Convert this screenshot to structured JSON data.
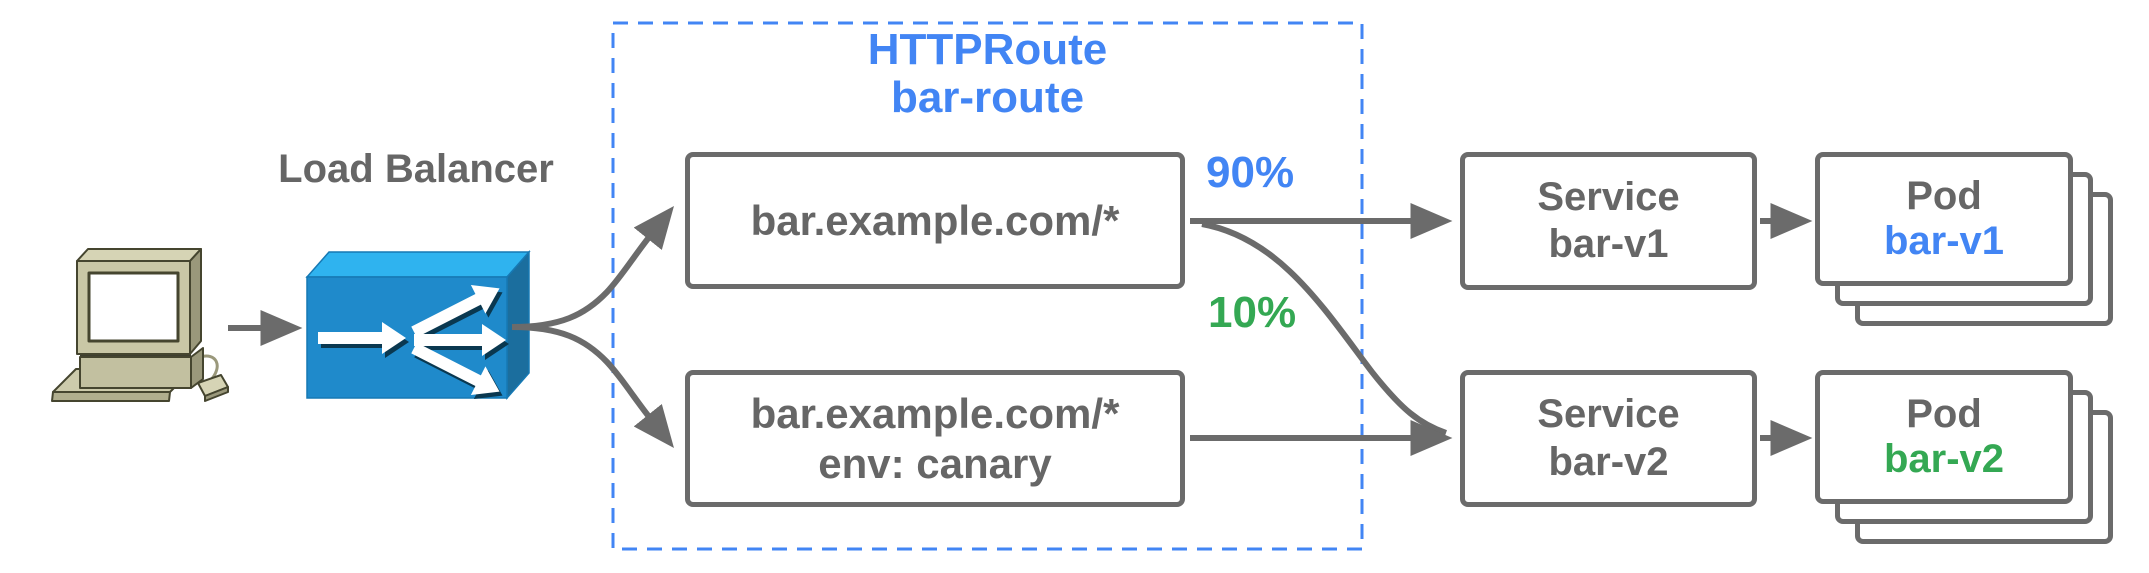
{
  "diagram": {
    "client": {
      "icon": "desktop-computer-icon"
    },
    "load_balancer": {
      "label": "Load Balancer",
      "icon": "load-balancer-3d-arrows-icon"
    },
    "httproute": {
      "kind": "HTTPRoute",
      "name": "bar-route"
    },
    "rules": [
      {
        "host": "bar.example.com/*"
      },
      {
        "host": "bar.example.com/*",
        "header": "env: canary"
      }
    ],
    "weights": [
      {
        "value": "90%",
        "color": "#4285F4"
      },
      {
        "value": "10%",
        "color": "#34A853"
      }
    ],
    "services": [
      {
        "kind": "Service",
        "name": "bar-v1",
        "name_color": "#4285F4"
      },
      {
        "kind": "Service",
        "name": "bar-v2",
        "name_color": "#34A853"
      }
    ],
    "pods": [
      {
        "kind": "Pod",
        "name": "bar-v1",
        "name_color": "#4285F4",
        "stack_count": 3
      },
      {
        "kind": "Pod",
        "name": "bar-v2",
        "name_color": "#34A853",
        "stack_count": 3
      }
    ],
    "colors": {
      "blue": "#4285F4",
      "green": "#34A853",
      "text_gray": "#666666",
      "line_gray": "#6B6B6B",
      "dashed_border_blue": "#4285F4",
      "lb_top": "#2FB3EF",
      "lb_front": "#1F8ACB",
      "lb_side": "#1B6E9E"
    }
  }
}
